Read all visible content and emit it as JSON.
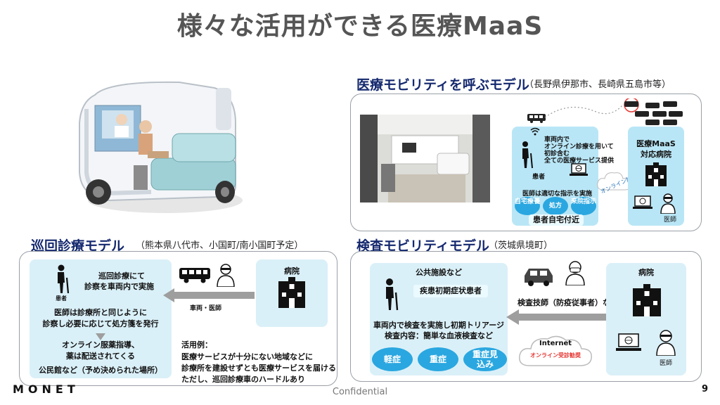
{
  "title": "様々な活用ができる医療MaaS",
  "sections": {
    "top_right": {
      "title": "医療モビリティを呼ぶモデル",
      "subtitle": "（長野県伊那市、長崎県五島市等）",
      "panel_text_1": "車両内で",
      "panel_text_2": "オンライン診療を用いて",
      "panel_text_3": "初診含む",
      "panel_text_4": "全ての医療サービス提供",
      "patient_label": "患者",
      "instruction": "医師は適切な指示を実施",
      "circles": [
        "自宅療養",
        "処方",
        "来院指示"
      ],
      "bottom_pill": "患者自宅付近",
      "online_label": "オンライン診療",
      "hospital_title_1": "医療MaaS",
      "hospital_title_2": "対応病院",
      "doctor_label": "医師"
    },
    "bottom_left": {
      "title": "巡回診療モデル",
      "subtitle": "（熊本県八代市、小国町/南小国町予定）",
      "patient_label": "患者",
      "line1": "巡回診療にて",
      "line2": "診察を車両内で実施",
      "line3": "医師は診療所と同じように",
      "line4": "診察し必要に応じて処方箋を発行",
      "line5": "オンライン服薬指導、",
      "line6": "薬は配送されてくる",
      "line7": "公民館など（予め決められた場所）",
      "arrow_label": "車両・医師",
      "hospital": "病院",
      "example_title": "活用例：",
      "example1": "医療サービスが十分にない地域などに",
      "example2": "診療所を建設せずとも医療サービスを届ける",
      "example3": "ただし、巡回診療車のハードルあり"
    },
    "bottom_right": {
      "title": "検査モビリティモデル",
      "subtitle": "（茨城県境町）",
      "facility": "公共施設など",
      "patient_type": "疾患初期症状患者",
      "desc1": "車両内で検査を実施し初期トリアージ",
      "desc2": "検査内容：簡単な血液検査など",
      "ovals": [
        "軽症",
        "重症",
        "重症見込み"
      ],
      "tech_label": "検査技師（防疫従事者）など",
      "hospital": "病院",
      "internet": "Internet",
      "online_label": "オンライン受診勧奨",
      "doctor_label": "医師"
    }
  },
  "footer": {
    "logo": "MONET",
    "confidential": "Confidential",
    "page": "9"
  },
  "colors": {
    "title": "#555555",
    "section_title": "#14286e",
    "accent": "#2aa7e0",
    "panel": "#daf0f8"
  }
}
